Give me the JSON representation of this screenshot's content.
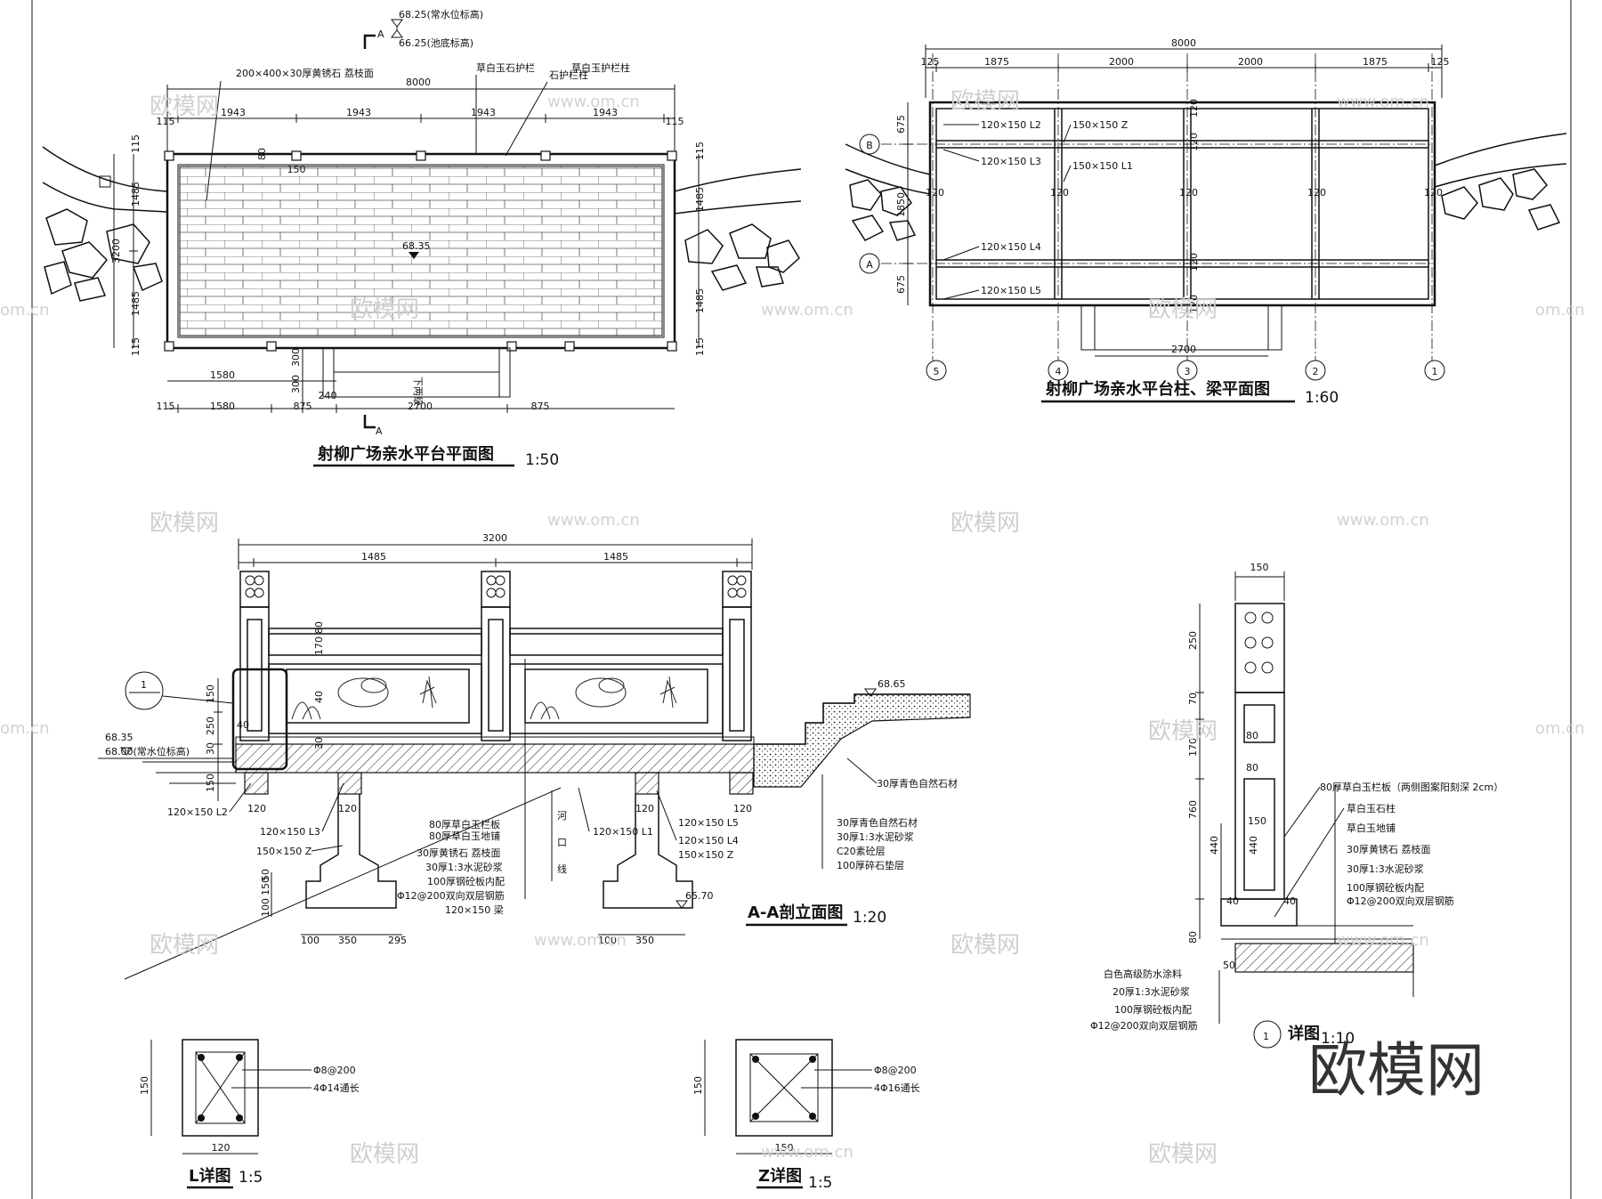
{
  "plan": {
    "title": "射柳广场亲水平台平面图",
    "scale": "1:50",
    "section_marker": "A",
    "water_level": "68.25(常水位标高)",
    "bottom_level": "66.25(池底标高)",
    "elevation": "68.35",
    "notes": {
      "paving": "200×400×30厚黄锈石 荔枝面",
      "rail_panel": "草白玉石护栏",
      "rail_post_1": "草白玉护栏柱",
      "rail_post_2": "石护栏柱",
      "steps": "下两级"
    },
    "dims": {
      "total": "8000",
      "end_115": "115",
      "bay_1943": "1943",
      "side_1485": "1485",
      "mid_3200": "3200",
      "post_80": "80",
      "post_150": "150",
      "d1580": "1580",
      "d875": "875",
      "d2700": "2700",
      "d300": "300",
      "d240": "240"
    }
  },
  "beam_plan": {
    "title": "射柳广场亲水平台柱、梁平面图",
    "scale": "1:60",
    "dims": {
      "total": "8000",
      "d125": "125",
      "d1875": "1875",
      "d2000": "2000",
      "d675": "675",
      "d1850": "1850",
      "d120": "120",
      "d2700": "2700"
    },
    "labels": [
      "120×150 L2",
      "120×150 L3",
      "120×150 L4",
      "120×150 L5",
      "150×150 Z",
      "150×150 L1"
    ],
    "axes_letters": [
      "B",
      "A"
    ],
    "axes_numbers": [
      "5",
      "4",
      "3",
      "2",
      "1"
    ]
  },
  "section": {
    "title": "A-A剖立面图",
    "scale": "1:20",
    "detail_ref": "1",
    "dims": {
      "total": "3200",
      "half": "1485",
      "d170": "170",
      "d80": "80",
      "d150": "150",
      "d250": "250",
      "d30": "30",
      "d40": "40",
      "d120": "120",
      "d50": "50",
      "d100": "100",
      "d350": "350",
      "d295": "295"
    },
    "levels": {
      "top_right": "68.65",
      "deck": "68.35",
      "water": "68.00(常水位标高)",
      "footing": "65.70"
    },
    "left_labels": [
      "120×150 L2",
      "120×150 L3",
      "150×150 Z"
    ],
    "center_notes": [
      "80厚草白玉栏板",
      "80厚草白玉地铺",
      "30厚黄锈石 荔枝面",
      "30厚1:3水泥砂浆",
      "100厚钢砼板内配",
      "Φ12@200双向双层钢筋",
      "120×150 梁"
    ],
    "river_line": [
      "河",
      "口",
      "线"
    ],
    "l1_label": "120×150 L1",
    "right_beam_labels": [
      "120×150 L5",
      "120×150 L4",
      "150×150 Z"
    ],
    "right_notes": [
      "30厚青色自然石材",
      "30厚1:3水泥砂浆",
      "C20素砼层",
      "100厚碎石垫层"
    ],
    "stair_note": "30厚青色自然石材"
  },
  "detail": {
    "title": "详图",
    "scale": "1:10",
    "ref": "1",
    "dims": {
      "w150": "150",
      "d250": "250",
      "d70": "70",
      "d170": "170",
      "d760": "760",
      "d440": "440",
      "d80": "80",
      "d40": "40",
      "d50": "50"
    },
    "right_notes": [
      "80厚草白玉栏板（两侧图案阳刻深 2cm）",
      "草白玉石柱",
      "草白玉地铺",
      "30厚黄锈石 荔枝面",
      "30厚1:3水泥砂浆",
      "100厚钢砼板内配",
      "Φ12@200双向双层钢筋"
    ],
    "left_notes": [
      "白色高级防水涂料",
      "20厚1:3水泥砂浆",
      "100厚钢砼板内配",
      "Φ12@200双向双层钢筋"
    ]
  },
  "l_detail": {
    "title": "L详图",
    "scale": "1:5",
    "w": "120",
    "h": "150",
    "notes": [
      "Φ8@200",
      "4Φ14通长"
    ]
  },
  "z_detail": {
    "title": "Z详图",
    "scale": "1:5",
    "w": "150",
    "h": "150",
    "notes": [
      "Φ8@200",
      "4Φ16通长"
    ]
  },
  "watermark": {
    "brand": "欧模网",
    "site": "www.om.cn",
    "partial": "om.cn"
  }
}
